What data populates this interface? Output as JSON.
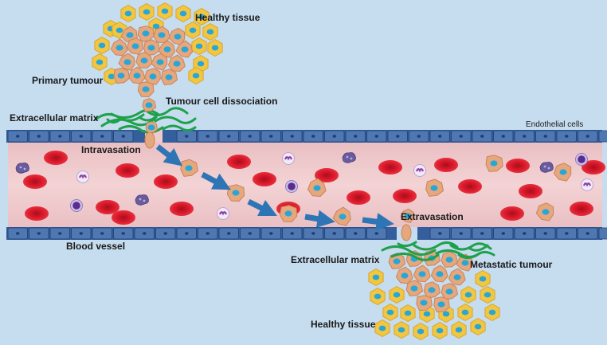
{
  "labels": {
    "healthy_tissue_top": "Healthy tissue",
    "primary_tumour": "Primary tumour",
    "tumour_cell_dissociation": "Tumour cell dissociation",
    "extracellular_matrix_top": "Extracellular matrix",
    "endothelial_cells": "Endothelial cells",
    "intravasation": "Intravasation",
    "extravasation": "Extravasation",
    "blood_vessel": "Blood vessel",
    "extracellular_matrix_bottom": "Extracellular matrix",
    "metastatic_tumour": "Metastatic tumour",
    "healthy_tissue_bottom": "Healthy tissue"
  },
  "colors": {
    "background": "#c6dcef",
    "vessel_lumen": "#f0c9cc",
    "endothelial_cell": "#4f77b2",
    "endothelial_nucleus": "#1f3d70",
    "red_blood_cell": "#d7182a",
    "tumour_cell": "#e6a77c",
    "healthy_cell": "#f2c641",
    "nucleus": "#26a7d8",
    "matrix_fiber": "#1fa04b",
    "arrow": "#2e75b6"
  }
}
